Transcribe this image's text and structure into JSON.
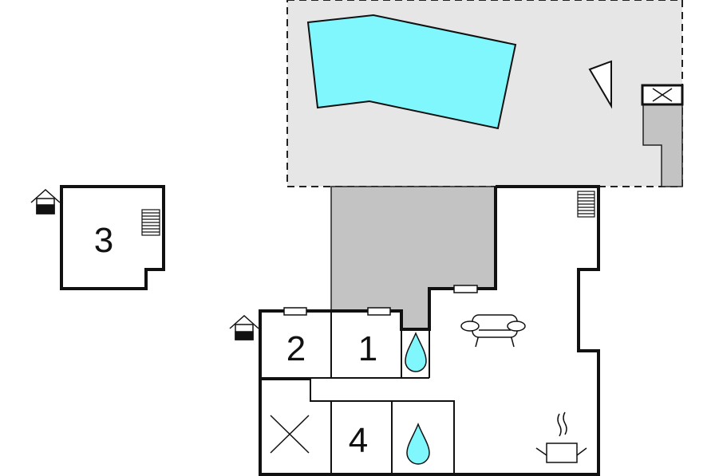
{
  "rooms": [
    {
      "label": "1"
    },
    {
      "label": "2"
    },
    {
      "label": "3"
    },
    {
      "label": "4"
    }
  ],
  "colors": {
    "pool": "#80f7fc",
    "terrace": "#e6e6e6",
    "covered_area": "#c3c3c3",
    "wall": "#111111",
    "thin_line": "#222222"
  },
  "icons": [
    "pool",
    "parasol",
    "outdoor-shower",
    "stairs",
    "sofa",
    "stove",
    "water-drop",
    "separate-entrance",
    "cross-mark",
    "window"
  ]
}
